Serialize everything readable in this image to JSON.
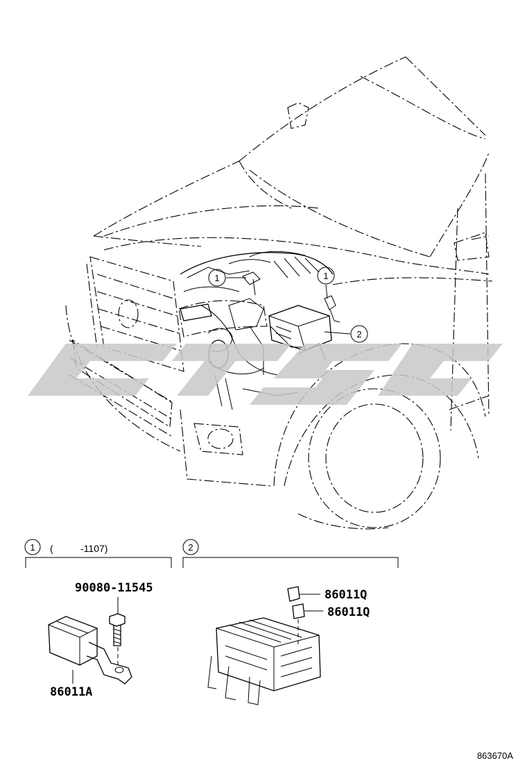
{
  "callouts": {
    "one": "1",
    "two": "2"
  },
  "section1": {
    "number": "1",
    "range_open": "(",
    "range_value": "-1107)"
  },
  "section2": {
    "number": "2"
  },
  "parts": {
    "bolt": "90080-11545",
    "relay": "86011A",
    "fuse_a": "86011Q",
    "fuse_b": "86011Q"
  },
  "reference_code": "863670A",
  "watermark": {
    "shape": "stylized-logo",
    "color": "#c8c8c8"
  }
}
